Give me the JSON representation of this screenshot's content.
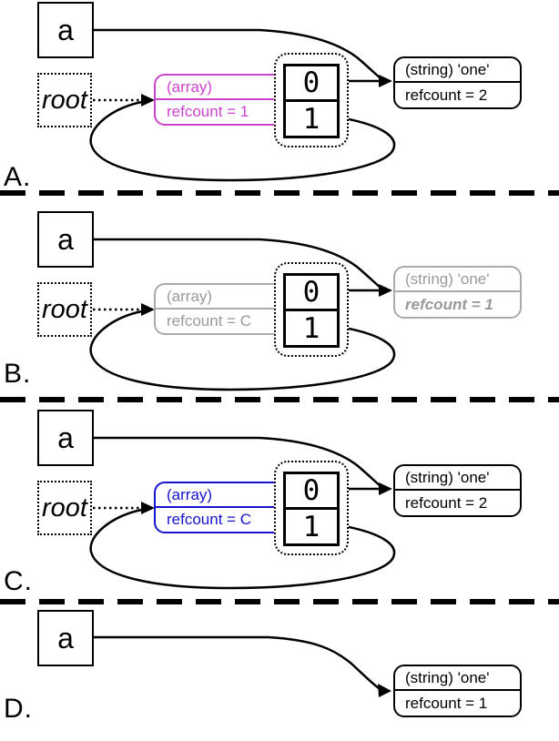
{
  "panels": {
    "A": {
      "label": "A.",
      "variable": "a",
      "root": "root",
      "array": {
        "type": "(array)",
        "refcount": "refcount = 1"
      },
      "cells": [
        "0",
        "1"
      ],
      "string": {
        "type": "(string) 'one'",
        "refcount": "refcount = 2"
      }
    },
    "B": {
      "label": "B.",
      "variable": "a",
      "root": "root",
      "array": {
        "type": "(array)",
        "refcount": "refcount = C"
      },
      "cells": [
        "0",
        "1"
      ],
      "string": {
        "type": "(string) 'one'",
        "refcount": "refcount = 1"
      }
    },
    "C": {
      "label": "C.",
      "variable": "a",
      "root": "root",
      "array": {
        "type": "(array)",
        "refcount": "refcount = C"
      },
      "cells": [
        "0",
        "1"
      ],
      "string": {
        "type": "(string) 'one'",
        "refcount": "refcount = 2"
      }
    },
    "D": {
      "label": "D.",
      "variable": "a",
      "string": {
        "type": "(string) 'one'",
        "refcount": "refcount = 1"
      }
    }
  },
  "colors": {
    "array_highlight_panel_a": "#cc44cc",
    "array_highlight_panel_c": "#1414cc",
    "faded_gray": "#999999",
    "line_black": "#000000"
  }
}
